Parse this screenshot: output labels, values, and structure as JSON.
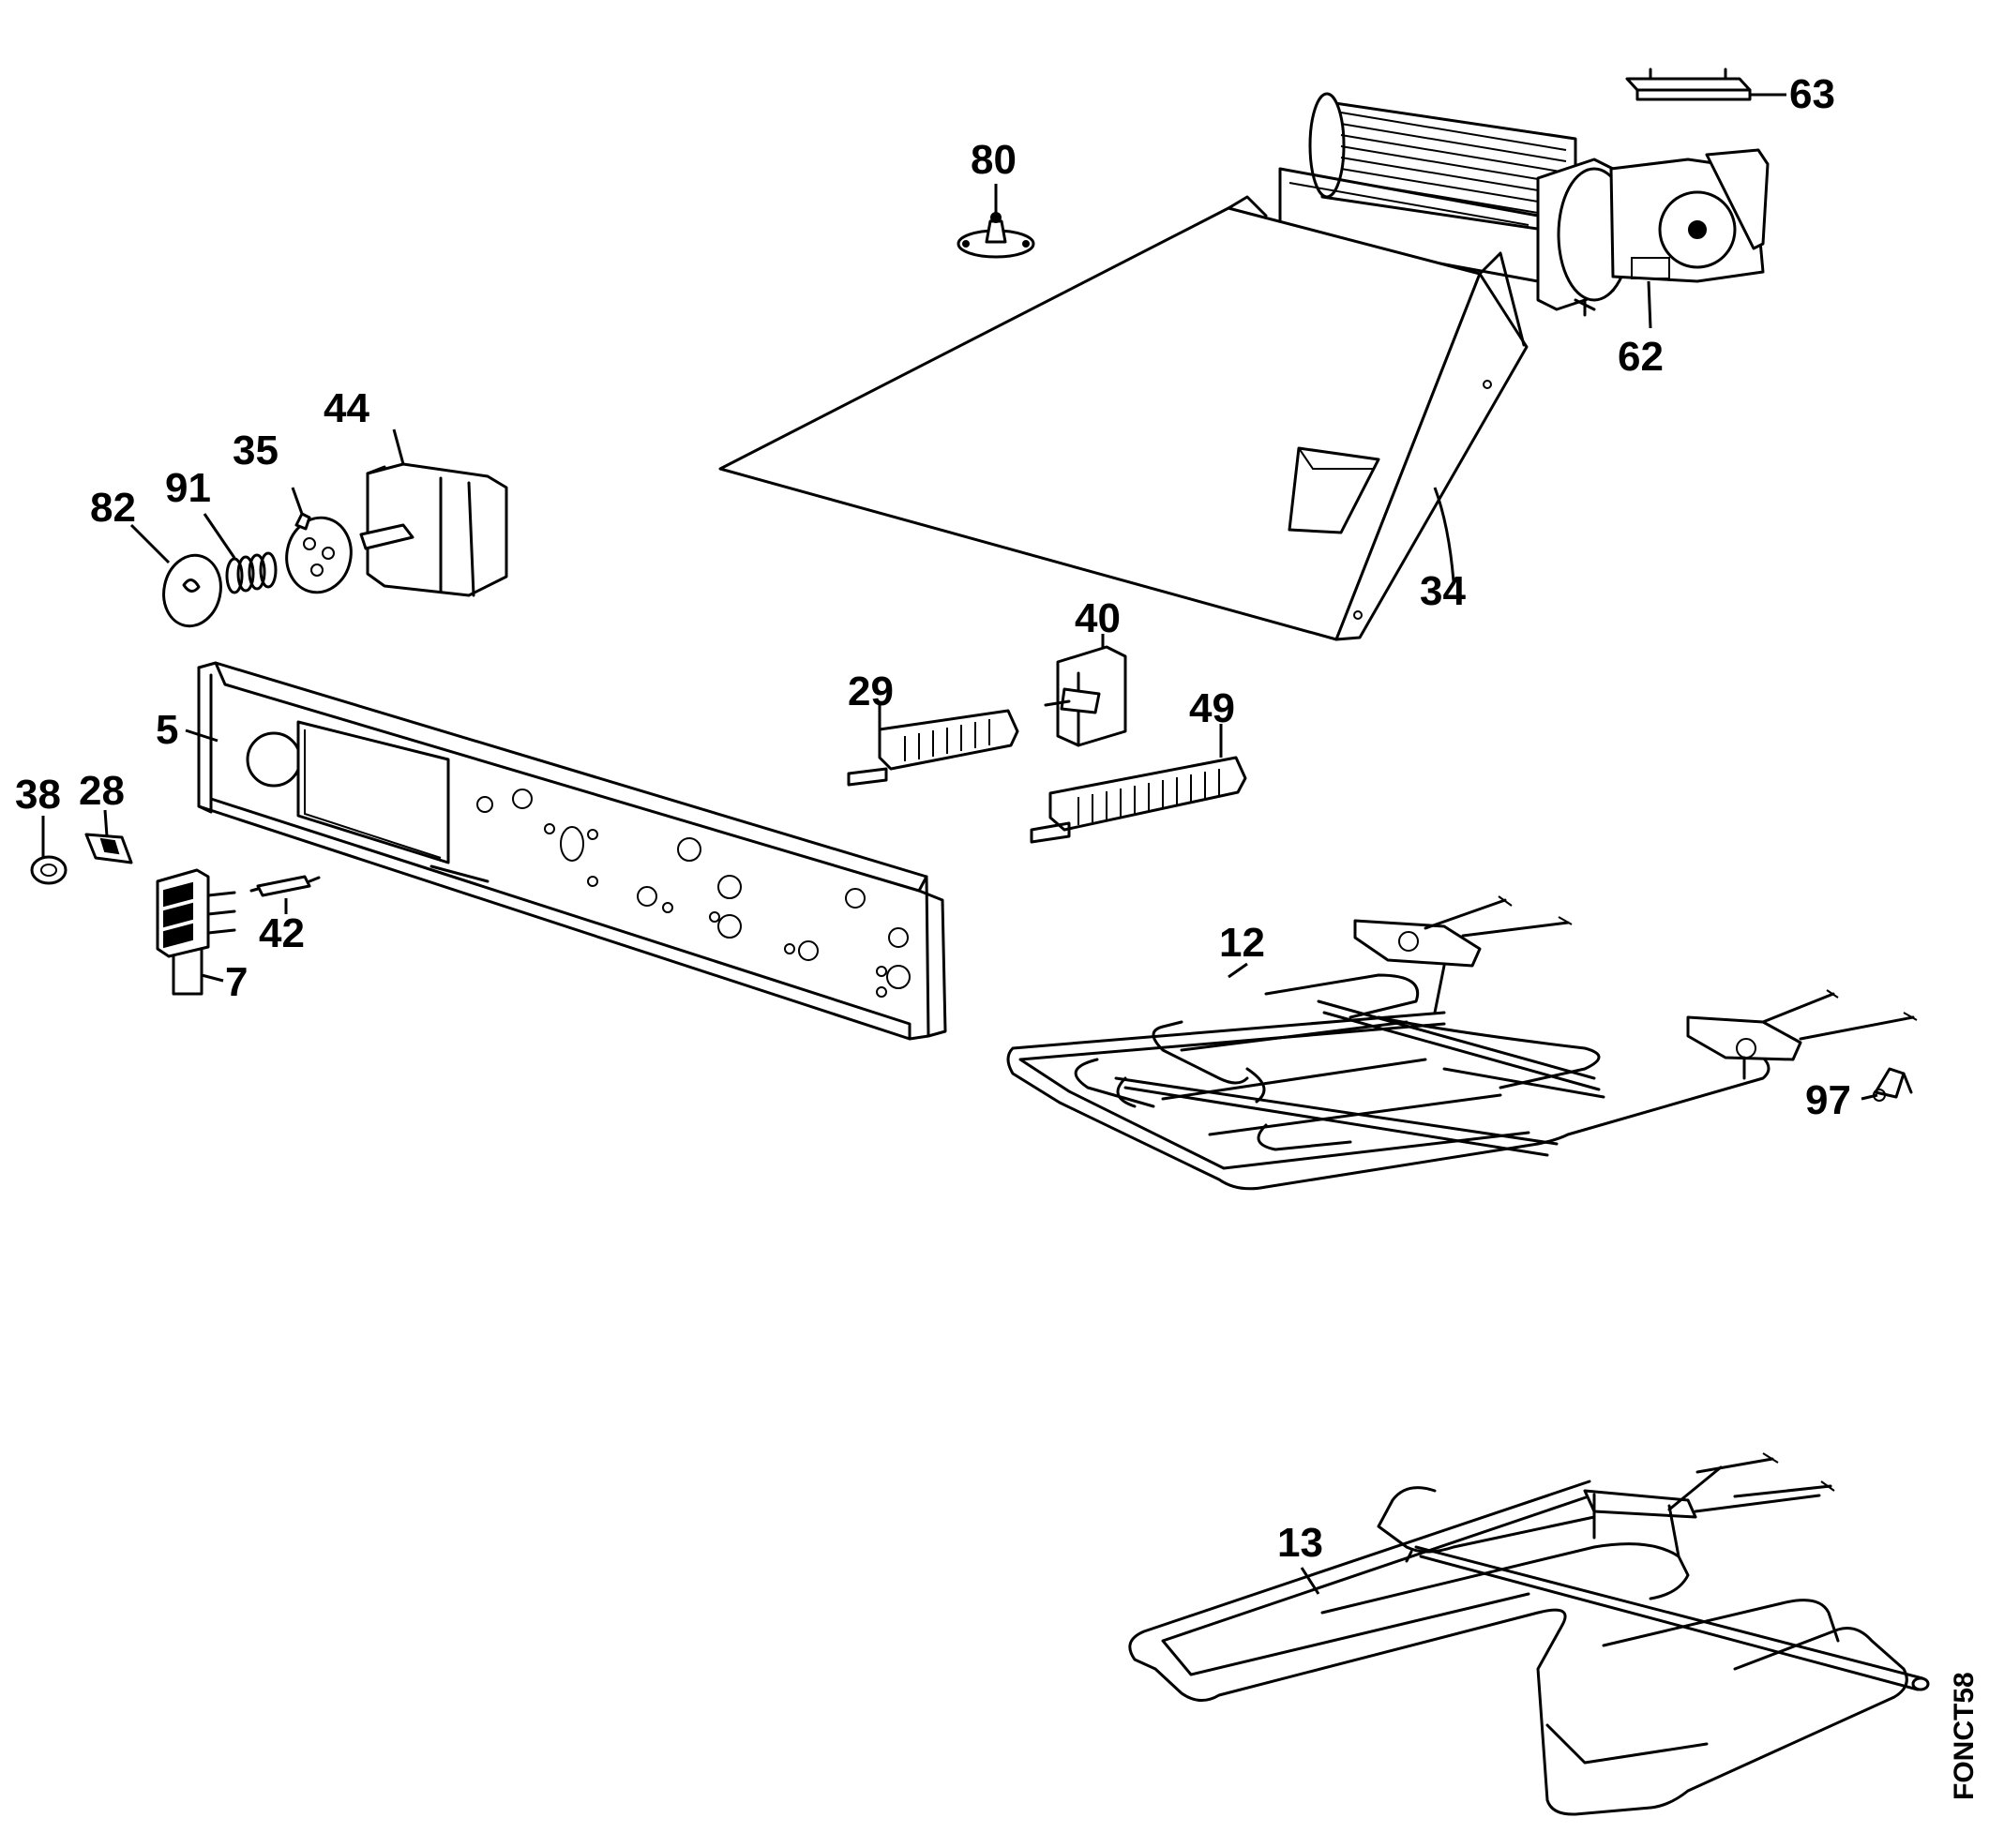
{
  "diagram": {
    "drawing_code": "FONCT58",
    "callouts": {
      "c63": "63",
      "c80": "80",
      "c62": "62",
      "c44": "44",
      "c35": "35",
      "c91": "91",
      "c82": "82",
      "c34": "34",
      "c40": "40",
      "c29": "29",
      "c49": "49",
      "c5": "5",
      "c38": "38",
      "c28": "28",
      "c42": "42",
      "c7": "7",
      "c12": "12",
      "c97": "97",
      "c13": "13"
    }
  }
}
